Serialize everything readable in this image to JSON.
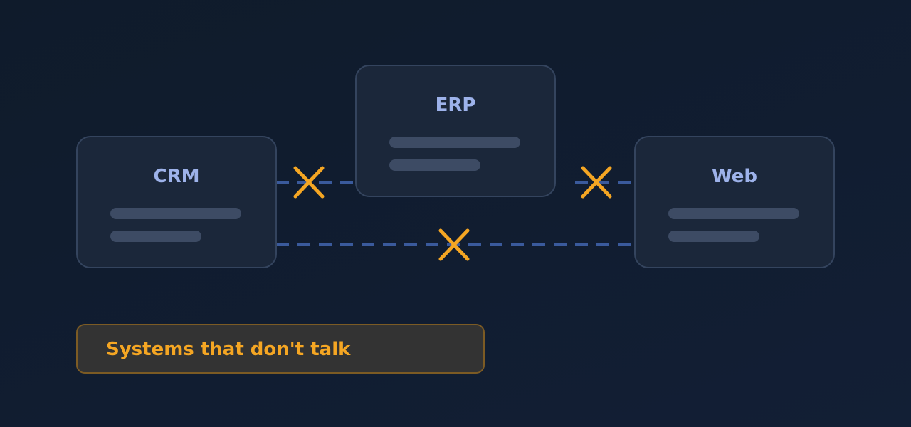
{
  "nodes": {
    "crm": {
      "title": "CRM"
    },
    "erp": {
      "title": "ERP"
    },
    "web": {
      "title": "Web"
    }
  },
  "links": [
    {
      "from": "CRM",
      "to": "ERP",
      "status": "broken"
    },
    {
      "from": "ERP",
      "to": "Web",
      "status": "broken"
    },
    {
      "from": "CRM",
      "to": "Web",
      "status": "broken"
    }
  ],
  "caption": "Systems that don't talk",
  "colors": {
    "background": "#101c2e",
    "node_fill": "#1b273a",
    "node_border": "#34445e",
    "node_title": "#9db2ea",
    "link_line": "#3a5a9c",
    "broken_mark": "#f5a623",
    "caption_text": "#f5a623"
  }
}
